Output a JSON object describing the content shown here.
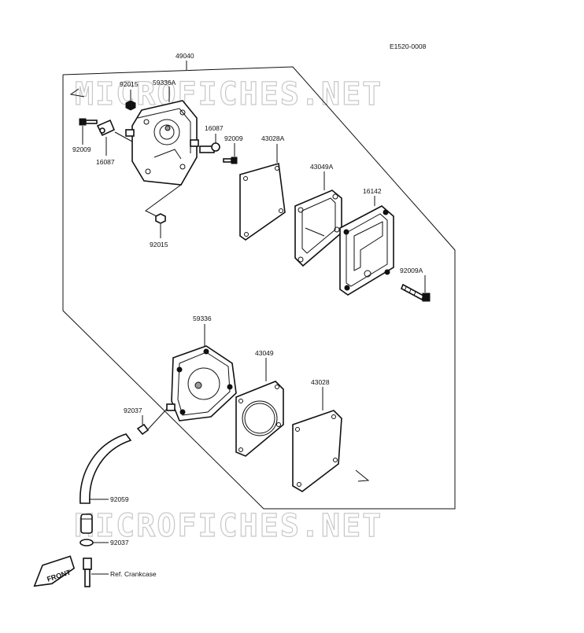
{
  "diagram_id": "E1520-0008",
  "watermark": "MICROFICHES.NET",
  "labels": {
    "assembly": "49040",
    "nut_top": "92015",
    "upper_body": "59336A",
    "bolt_left": "92009",
    "fitting_left": "16087",
    "fitting_right": "16087",
    "bolt_right": "92009",
    "gasket_upper_a": "43028A",
    "diaphragm_upper_a": "43049A",
    "cover_plate": "16142",
    "screw_cover": "92009A",
    "nut_bottom": "92015",
    "lower_body": "59336",
    "clip_upper": "92037",
    "diaphragm_lower": "43049",
    "gasket_lower": "43028",
    "hose": "92059",
    "clip_lower": "92037",
    "ref_crankcase": "Ref. Crankcase",
    "front": "FRONT"
  }
}
